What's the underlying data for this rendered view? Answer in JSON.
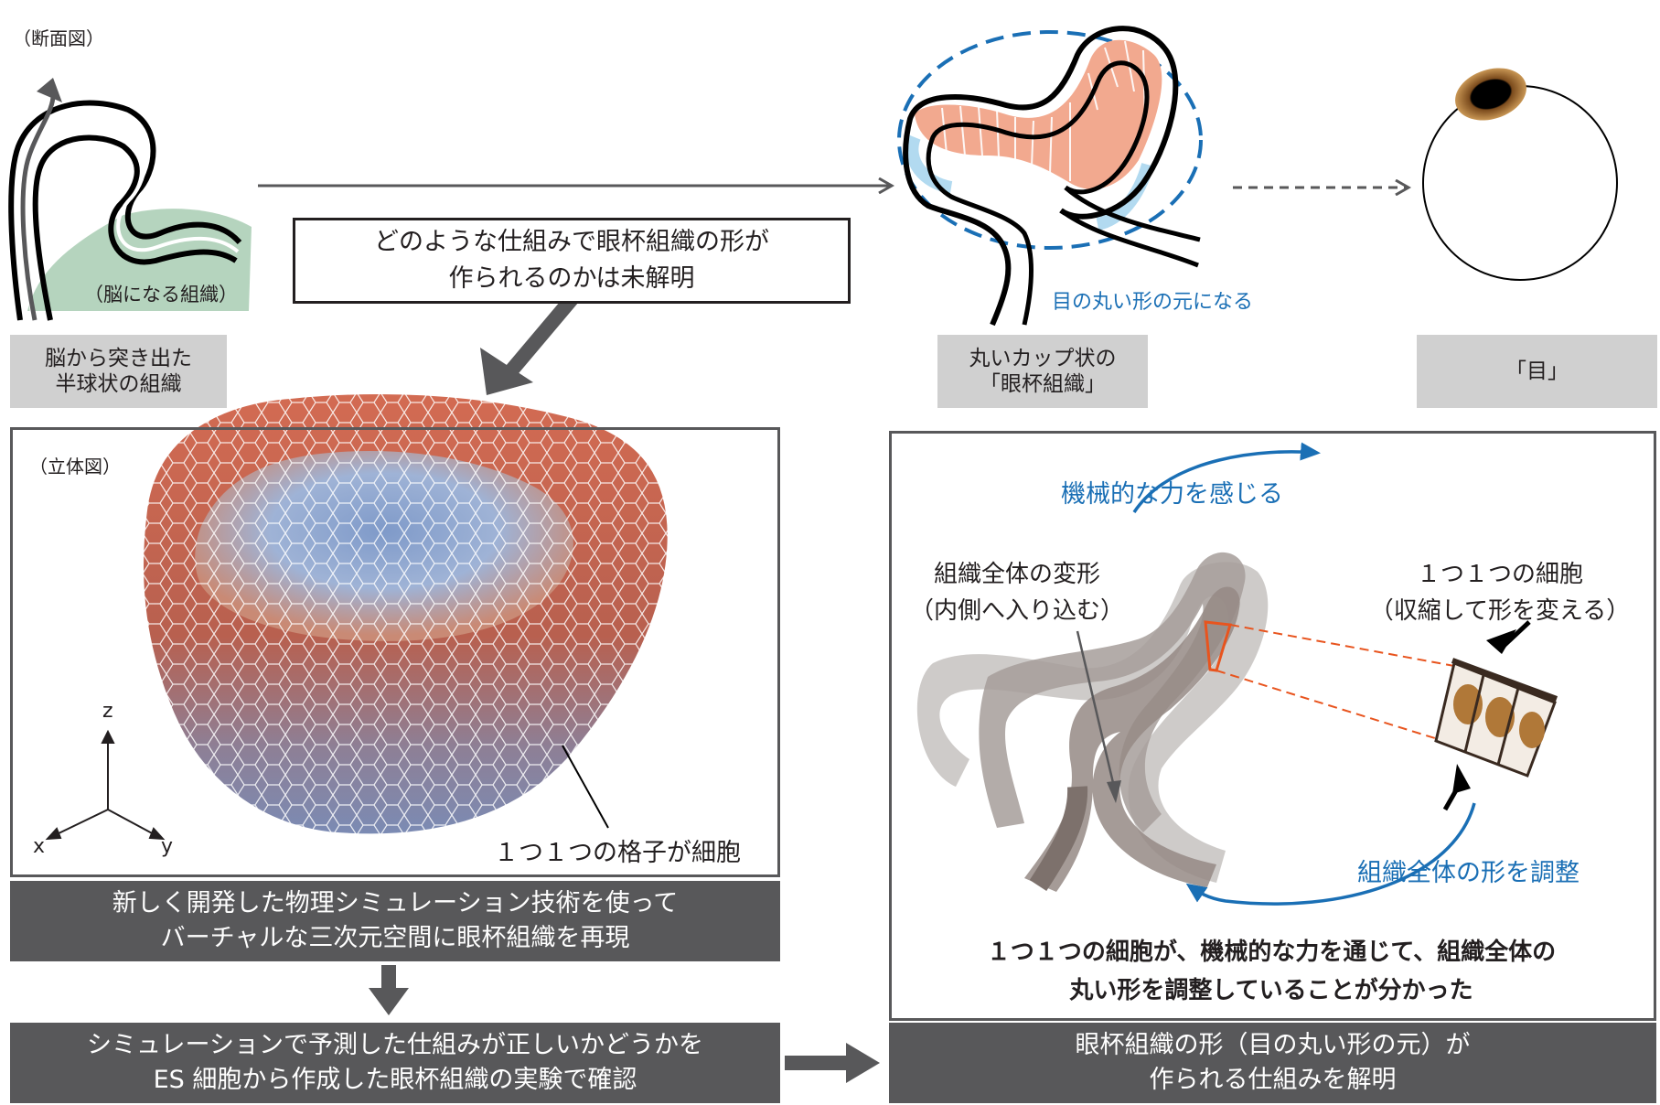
{
  "top": {
    "section_label": "（断面図）",
    "brain_tissue_label": "（脳になる組織）",
    "hemisphere_box": "脳から突き出た\n半球状の組織",
    "optic_cup_box": "丸いカップ状の\n「眼杯組織」",
    "eye_box": "「目」",
    "question_box": "どのような仕組みで眼杯組織の形が\n作られるのかは未解明",
    "eye_origin_label": "目の丸い形の元になる"
  },
  "simulation": {
    "section_label": "（立体図）",
    "axis_z": "z",
    "axis_x": "x",
    "axis_y": "y",
    "lattice_label": "１つ１つの格子が細胞",
    "bar_text": "新しく開発した物理シミュレーション技術を使って\nバーチャルな三次元空間に眼杯組織を再現"
  },
  "experiment": {
    "bar_text": "シミュレーションで予測した仕組みが正しいかどうかを\nES 細胞から作成した眼杯組織の実験で確認"
  },
  "mechanism": {
    "top_arrow_label": "機械的な力を感じる",
    "bottom_arrow_label": "組織全体の形を調整",
    "tissue_label": "組織全体の変形\n（内側へ入り込む）",
    "cell_label": "１つ１つの細胞\n（収縮して形を変える）",
    "conclusion": "１つ１つの細胞が、機械的な力を通じて、組織全体の\n丸い形を調整していることが分かった",
    "result_bar": "眼杯組織の形（目の丸い形の元）が\n作られる仕組みを解明"
  },
  "colors": {
    "accent_blue": "#1a6fb5",
    "dark_gray": "#58585a",
    "box_gray": "#d0d0d0",
    "tissue_orange": "#c8604a",
    "green_tissue": "#9cc6a8",
    "iris_brown": "#a0682c"
  }
}
